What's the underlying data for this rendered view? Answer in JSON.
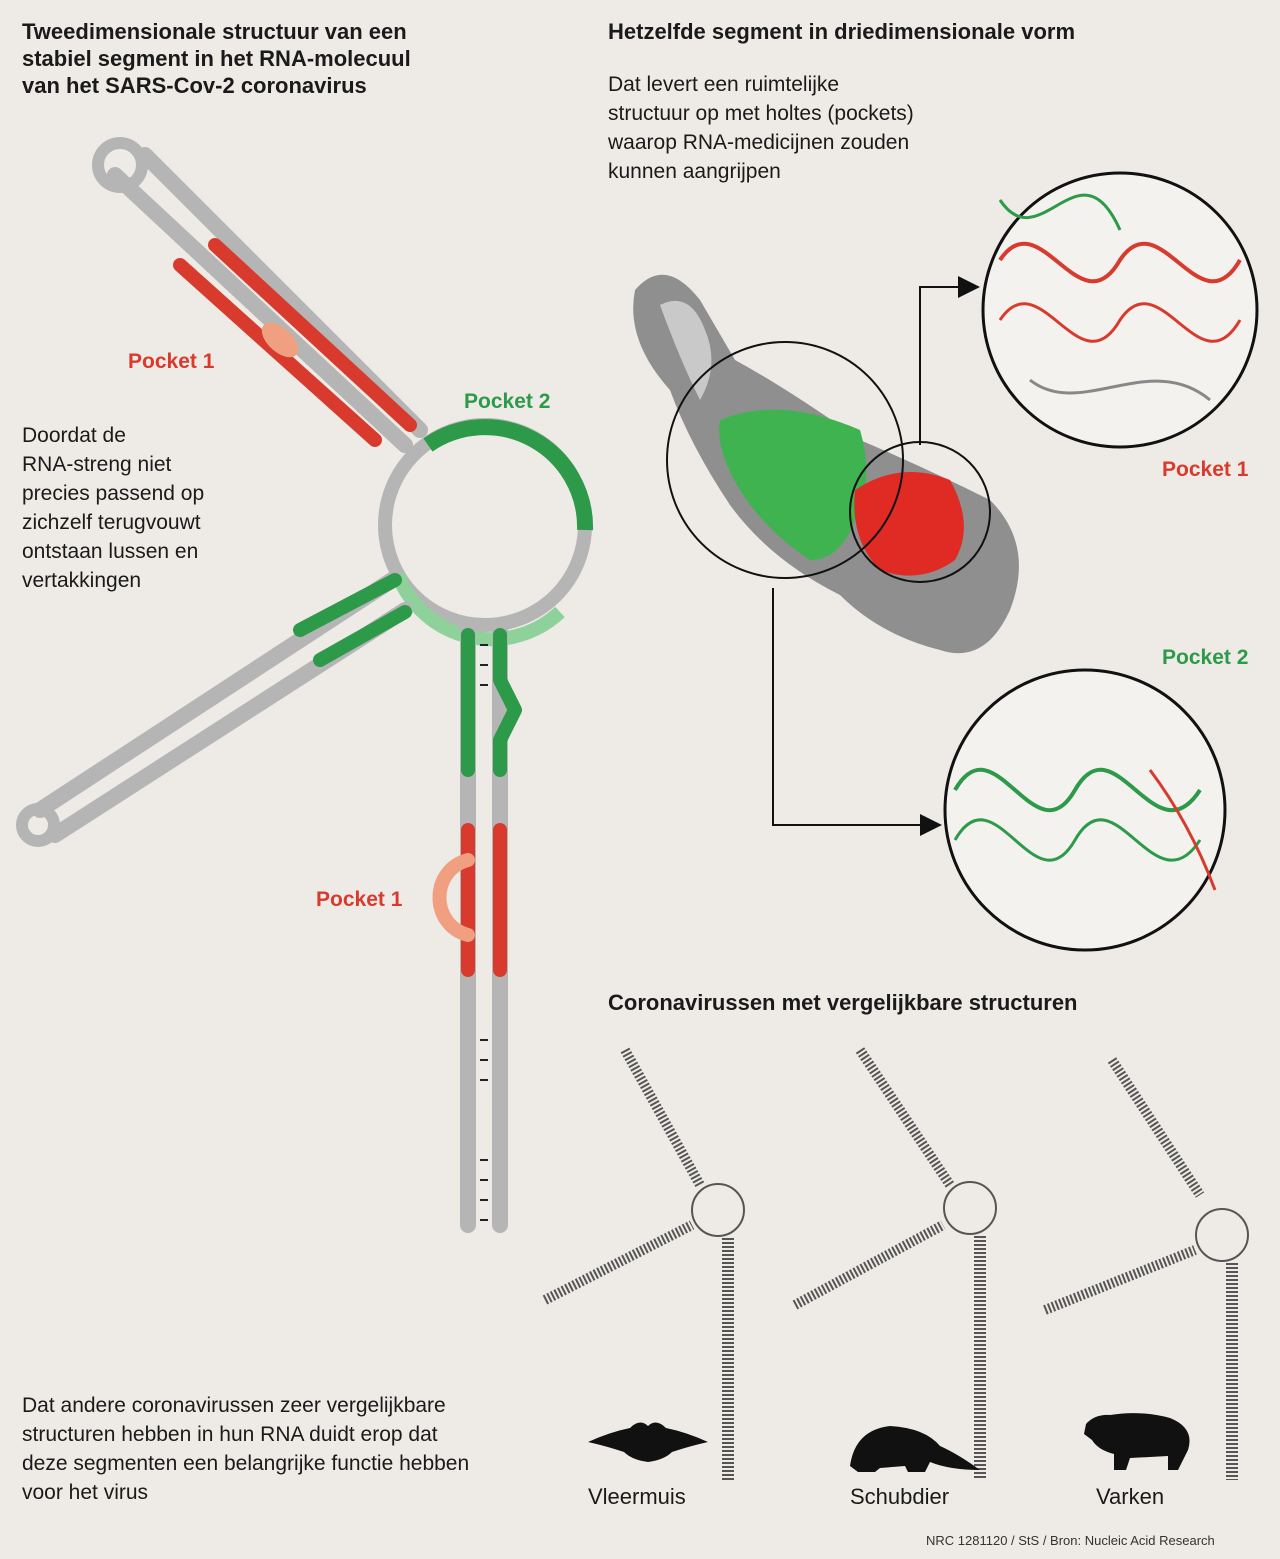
{
  "left": {
    "title_line1": "Tweedimensionale structuur van een",
    "title_line2": "stabiel segment in het RNA-molecuul",
    "title_line3": "van het SARS-Cov-2 coronavirus",
    "desc_lines": [
      "Doordat de",
      "RNA-streng niet",
      "precies passend op",
      "zichzelf terugvouwt",
      "ontstaan lussen en",
      "vertakkingen"
    ],
    "pocket1_top": "Pocket 1",
    "pocket2": "Pocket 2",
    "pocket1_bottom": "Pocket 1",
    "bottom_lines": [
      "Dat andere coronavirussen zeer vergelijkbare",
      "structuren hebben in hun RNA duidt erop dat",
      "deze segmenten een belangrijke functie hebben",
      "voor het virus"
    ]
  },
  "right": {
    "title": "Hetzelfde segment in driedimensionale vorm",
    "desc_lines": [
      "Dat levert een ruimtelijke",
      "structuur op met holtes (pockets)",
      "waarop RNA-medicijnen zouden",
      "kunnen aangrijpen"
    ],
    "pocket1": "Pocket 1",
    "pocket2": "Pocket 2"
  },
  "comparison": {
    "title": "Coronavirussen met vergelijkbare structuren",
    "animals": [
      {
        "label": "Vleermuis",
        "icon": "bat-icon"
      },
      {
        "label": "Schubdier",
        "icon": "pangolin-icon"
      },
      {
        "label": "Varken",
        "icon": "pig-icon"
      }
    ]
  },
  "credit": "NRC 1281120 / StS / Bron: Nucleic Acid Research",
  "colors": {
    "red": "#d83b2e",
    "salmon": "#f0a080",
    "green": "#2d9a4a",
    "lightgreen": "#8fd19a",
    "grey": "#b5b5b5",
    "background": "#eeebe6"
  }
}
